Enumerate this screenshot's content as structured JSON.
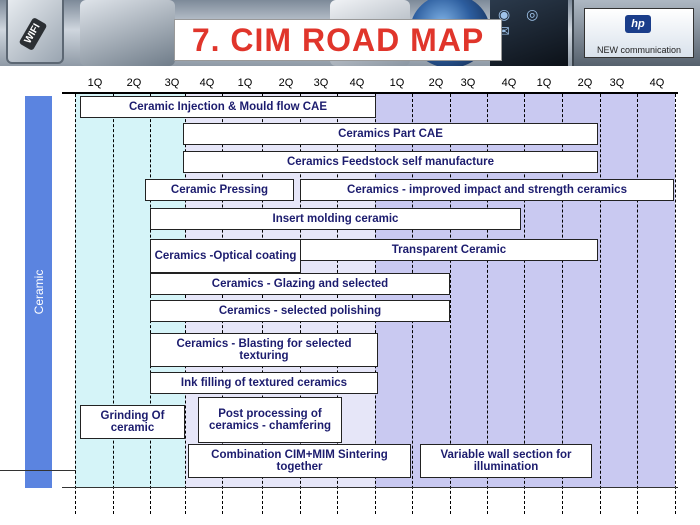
{
  "title": "7. CIM ROAD MAP",
  "banner": {
    "wifi_label": "WIFI",
    "device_logo": "hp",
    "device_caption": "NEW communication"
  },
  "timeline": {
    "quarters": [
      "1Q",
      "2Q",
      "3Q",
      "4Q",
      "1Q",
      "2Q",
      "3Q",
      "4Q",
      "1Q",
      "2Q",
      "3Q",
      "4Q",
      "1Q",
      "2Q",
      "3Q",
      "4Q"
    ]
  },
  "category_label": "Ceramic",
  "tasks": [
    {
      "label": "Ceramic Injection & Mould flow CAE"
    },
    {
      "label": "Ceramics Part CAE"
    },
    {
      "label": "Ceramics Feedstock self manufacture"
    },
    {
      "label": "Ceramic Pressing"
    },
    {
      "label": "Ceramics - improved impact and strength ceramics"
    },
    {
      "label": "Insert molding ceramic"
    },
    {
      "label": "Ceramics -Optical coating"
    },
    {
      "label": "Transparent Ceramic"
    },
    {
      "label": "Ceramics - Glazing and selected"
    },
    {
      "label": "Ceramics - selected polishing"
    },
    {
      "label": "Ceramics - Blasting for selected texturing"
    },
    {
      "label": "Ink filling of textured ceramics"
    },
    {
      "label": "Grinding Of ceramic"
    },
    {
      "label": "Post processing of ceramics - chamfering"
    },
    {
      "label": "Combination CIM+MIM Sintering together"
    },
    {
      "label": "Variable wall section for illumination"
    }
  ],
  "colors": {
    "title": "#e0352b",
    "task_text": "#1c1c6e",
    "side_bar": "#5b84e0",
    "zone_cyan": "#d5f4f8",
    "zone_blue_light": "#e6e6f8",
    "zone_blue": "#c9c9f1"
  }
}
